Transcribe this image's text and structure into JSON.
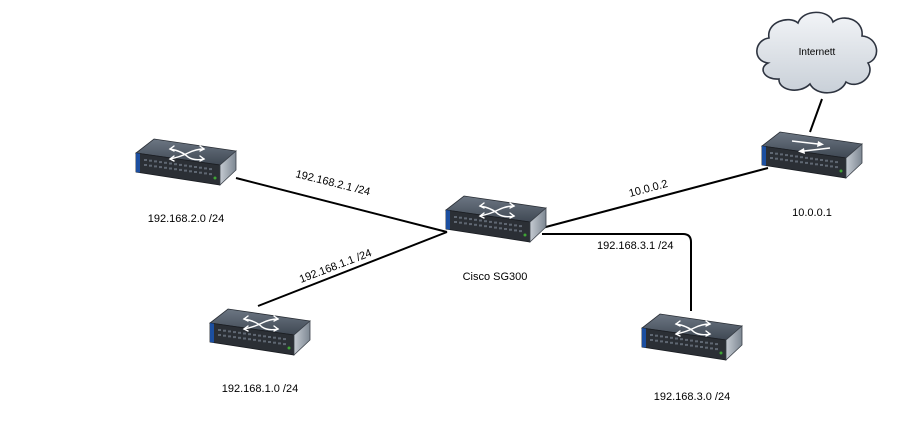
{
  "colors": {
    "link": "#000000",
    "device_top": "#4f5a68",
    "device_front": "#2b2f35",
    "device_side": "#9aa3ad",
    "device_edge": "#1c4fa0",
    "port_light": "#3fa535",
    "cloud_fill": "#dfe4ea",
    "cloud_stroke": "#2e3440"
  },
  "cloud": {
    "label": "Internett",
    "icon": "cloud-icon"
  },
  "router": {
    "label": "10.0.0.1",
    "icon": "router-icon"
  },
  "core_switch": {
    "label": "Cisco SG300",
    "icon": "switch-icon"
  },
  "switch_left_top": {
    "label": "192.168.2.0 /24",
    "icon": "switch-icon"
  },
  "switch_left_bottom": {
    "label": "192.168.1.0 /24",
    "icon": "switch-icon"
  },
  "switch_right_bottom": {
    "label": "192.168.3.0 /24",
    "icon": "switch-icon"
  },
  "links": {
    "to_2_0": "192.168.2.1 /24",
    "to_1_0": "192.168.1.1 /24",
    "to_router": "10.0.0.2",
    "to_3_0": "192.168.3.1 /24"
  }
}
